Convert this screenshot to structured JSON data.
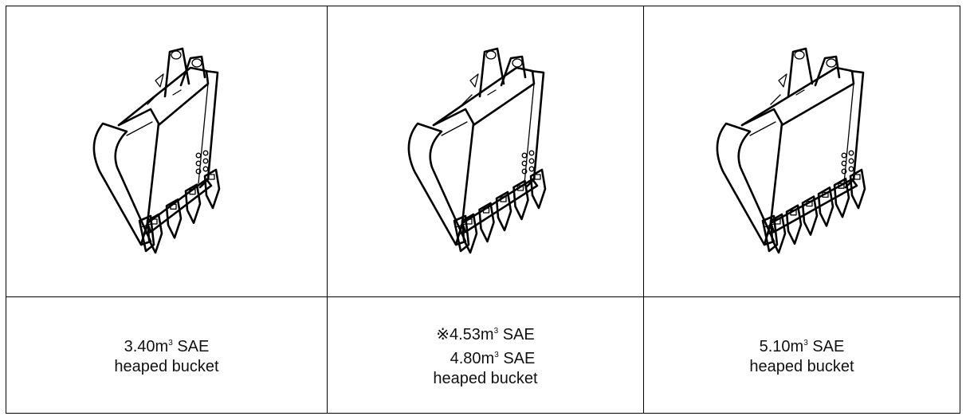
{
  "buckets": [
    {
      "prefix": "",
      "capacities": [
        {
          "value": "3.40m",
          "exp": "3",
          "unit": " SAE"
        }
      ],
      "type": "heaped bucket",
      "illustration": "bucket-illustration",
      "teeth": 4
    },
    {
      "prefix": "※",
      "capacities": [
        {
          "value": "4.53m",
          "exp": "3",
          "unit": " SAE"
        },
        {
          "value": "4.80m",
          "exp": "3",
          "unit": " SAE"
        }
      ],
      "type": "heaped bucket",
      "illustration": "bucket-illustration",
      "teeth": 5
    },
    {
      "prefix": "",
      "capacities": [
        {
          "value": "5.10m",
          "exp": "3",
          "unit": " SAE"
        }
      ],
      "type": "heaped bucket",
      "illustration": "bucket-illustration",
      "teeth": 6
    }
  ]
}
